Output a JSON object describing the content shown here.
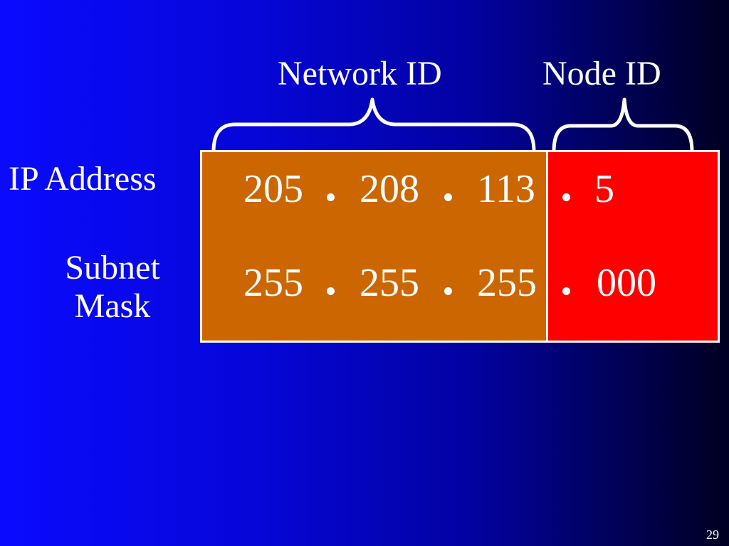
{
  "labels": {
    "network_id": "Network ID",
    "node_id": "Node ID",
    "ip_address": "IP Address",
    "subnet_mask": "Subnet Mask"
  },
  "ip_address": {
    "octets": [
      "205",
      "208",
      "113",
      "5"
    ]
  },
  "subnet_mask": {
    "octets": [
      "255",
      "255",
      "255",
      "000"
    ]
  },
  "colors": {
    "network_segment": "#cc6600",
    "node_segment": "#ff0000",
    "background_start": "#0a0aff",
    "background_end": "#000020"
  },
  "page_number": "29"
}
